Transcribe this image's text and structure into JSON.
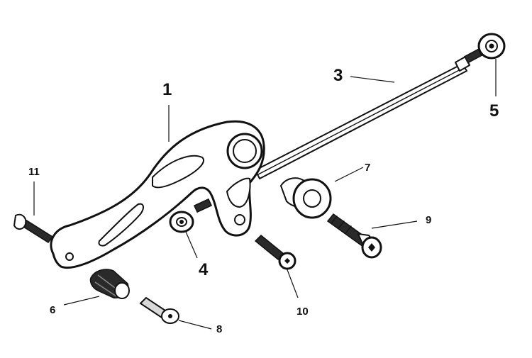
{
  "callouts": {
    "c1": "1",
    "c3": "3",
    "c4": "4",
    "c5": "5",
    "c6": "6",
    "c7": "7",
    "c8": "8",
    "c9": "9",
    "c10": "10",
    "c11": "11"
  }
}
